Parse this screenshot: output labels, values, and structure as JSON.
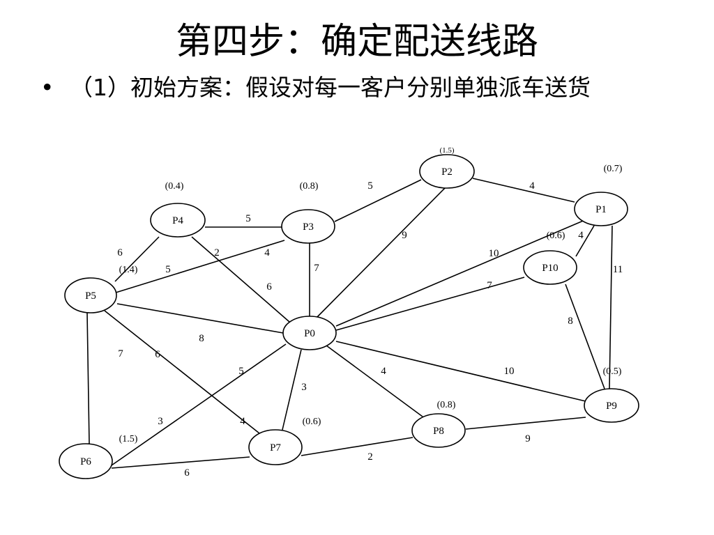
{
  "slide": {
    "title": "第四步：确定配送线路",
    "bullet_symbol": "•",
    "bullet_text": "（1）初始方案：假设对每一客户分别单独派车送货"
  },
  "nodes": [
    {
      "id": "P0",
      "label": "P0"
    },
    {
      "id": "P1",
      "label": "P1",
      "demand": "(0.7)"
    },
    {
      "id": "P2",
      "label": "P2",
      "demand": "(1.5)"
    },
    {
      "id": "P3",
      "label": "P3",
      "demand": "(0.8)"
    },
    {
      "id": "P4",
      "label": "P4",
      "demand": "(0.4)"
    },
    {
      "id": "P5",
      "label": "P5",
      "demand": "(1.4)"
    },
    {
      "id": "P6",
      "label": "P6",
      "demand": "(1.5)"
    },
    {
      "id": "P7",
      "label": "P7",
      "demand": "(0.6)"
    },
    {
      "id": "P8",
      "label": "P8",
      "demand": "(0.8)"
    },
    {
      "id": "P9",
      "label": "P9",
      "demand": "(0.5)"
    },
    {
      "id": "P10",
      "label": "P10",
      "demand": "(0.6)"
    }
  ],
  "edges": [
    {
      "from": "P0",
      "to": "P1",
      "distance": "10"
    },
    {
      "from": "P0",
      "to": "P2",
      "distance": "9"
    },
    {
      "from": "P0",
      "to": "P3",
      "distance": "7"
    },
    {
      "from": "P0",
      "to": "P4",
      "distance": "6"
    },
    {
      "from": "P0",
      "to": "P5",
      "distance": "8"
    },
    {
      "from": "P0",
      "to": "P6",
      "distance": "5"
    },
    {
      "from": "P0",
      "to": "P7",
      "distance": "3"
    },
    {
      "from": "P0",
      "to": "P8",
      "distance": "4"
    },
    {
      "from": "P0",
      "to": "P9",
      "distance": "10"
    },
    {
      "from": "P0",
      "to": "P10",
      "distance": "7"
    },
    {
      "from": "P1",
      "to": "P2",
      "distance": "4"
    },
    {
      "from": "P2",
      "to": "P3",
      "distance": "5"
    },
    {
      "from": "P3",
      "to": "P4",
      "distance": "5"
    },
    {
      "from": "P4",
      "to": "P5",
      "distance": "2"
    },
    {
      "from": "P3",
      "to": "P5",
      "distance": "4"
    },
    {
      "from": "P5",
      "to": "P6",
      "distance": "7"
    },
    {
      "from": "P6",
      "to": "P7",
      "distance": "6"
    },
    {
      "from": "P7",
      "to": "P8",
      "distance": "2"
    },
    {
      "from": "P8",
      "to": "P9",
      "distance": "9"
    },
    {
      "from": "P9",
      "to": "P10",
      "distance": "8"
    },
    {
      "from": "P1",
      "to": "P10",
      "distance": "4"
    },
    {
      "from": "P1",
      "to": "P9",
      "distance": "11"
    },
    {
      "from": "P5",
      "to": "P7",
      "distance": "6"
    },
    {
      "from": "P4",
      "to": "P5",
      "distance": "6"
    },
    {
      "from": "P3",
      "to": "P5",
      "distance": "5"
    },
    {
      "from": "P6",
      "to": "P0",
      "distance": "3"
    },
    {
      "from": "P5",
      "to": "P7",
      "distance": "4"
    }
  ]
}
